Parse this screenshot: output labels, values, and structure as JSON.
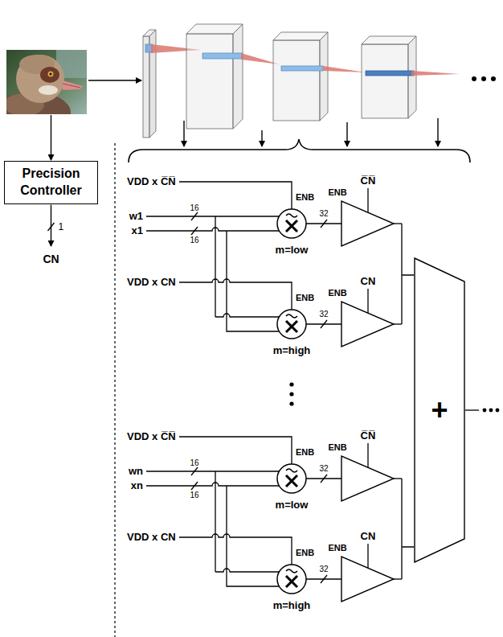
{
  "diagram": {
    "nodes": [
      {
        "text": [
          "Precision Controller"
        ]
      },
      {
        "text": [
          "+"
        ]
      }
    ],
    "labels": [
      "1",
      "CN",
      "VDD x C̅N̅",
      "ENB",
      "w1",
      "16",
      "x1",
      "16",
      "32",
      "ENB",
      "C̅N̅",
      "m=low",
      "VDD x CN",
      "ENB",
      "32",
      "ENB",
      "CN",
      "m=high",
      "VDD x C̅N̅",
      "ENB",
      "wn",
      "16",
      "xn",
      "16",
      "32",
      "ENB",
      "C̅N̅",
      "m=low",
      "VDD x CN",
      "ENB",
      "32",
      "ENB",
      "CN",
      "m=high"
    ]
  }
}
